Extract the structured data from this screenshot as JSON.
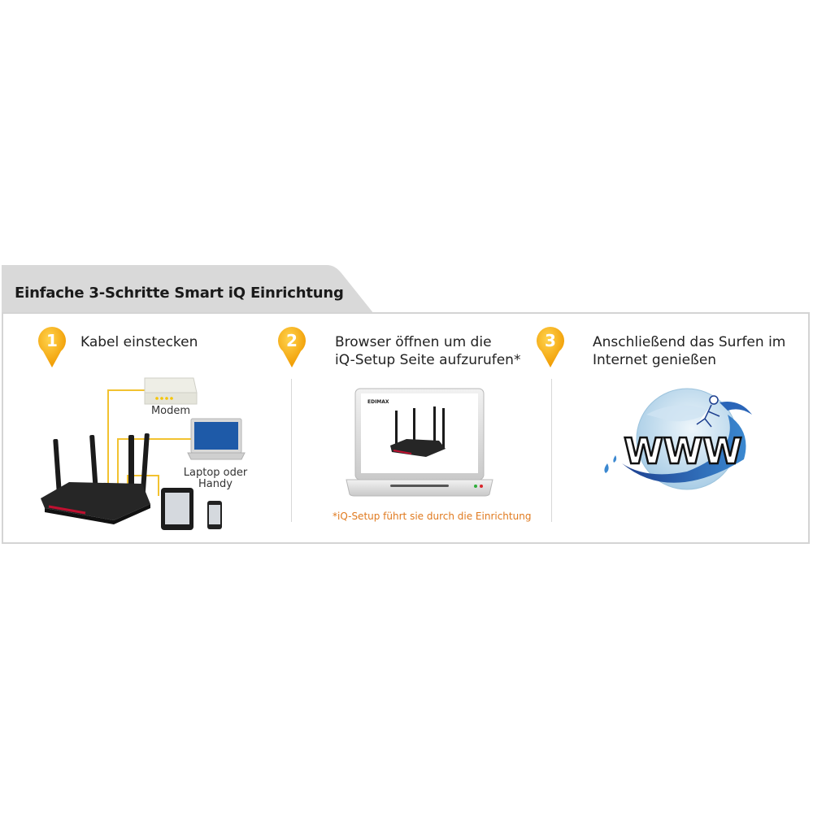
{
  "header": {
    "title": "Einfache 3-Schritte  Smart iQ Einrichtung"
  },
  "steps": [
    {
      "number": "1",
      "text_lines": [
        "Kabel einstecken"
      ]
    },
    {
      "number": "2",
      "text_lines": [
        "Browser öffnen um die",
        "iQ-Setup Seite aufzurufen*"
      ]
    },
    {
      "number": "3",
      "text_lines": [
        "Anschließend das Surfen im",
        "Internet genießen"
      ]
    }
  ],
  "step1_labels": {
    "modem": "Modem",
    "laptop_line1": "Laptop oder",
    "laptop_line2": "Handy"
  },
  "step2": {
    "brand_on_screen": "EDIMAX",
    "footnote": "*iQ-Setup führt sie durch die Einrichtung"
  },
  "step3": {
    "logo_text": "WWW"
  },
  "colors": {
    "badge": "#f5a800",
    "cable": "#f2c230",
    "note": "#e07a1f",
    "border": "#d4d4d4",
    "tab": "#d9d9d9"
  },
  "icons": [
    "router-icon",
    "modem-icon",
    "laptop-icon",
    "tablet-icon",
    "phone-icon",
    "www-surfer-logo"
  ]
}
